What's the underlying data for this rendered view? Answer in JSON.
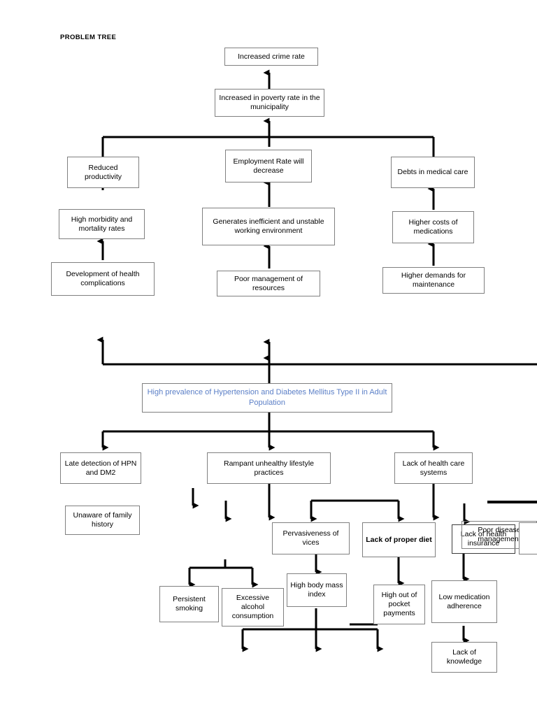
{
  "page": {
    "title": "PROBLEM TREE",
    "core_text_color": "#5b7fc7",
    "line_color": "#000000",
    "box_border_color": "#808080"
  },
  "effects": {
    "top": {
      "label": "Increased crime rate"
    },
    "second": {
      "label": "Increased in poverty rate in the municipality"
    },
    "branches": [
      {
        "level1": {
          "label": "Reduced productivity"
        },
        "level2": {
          "label": "High morbidity and mortality rates"
        },
        "level3": {
          "label": "Development of health complications"
        }
      },
      {
        "level1": {
          "label": "Employment Rate will decrease"
        },
        "level2": {
          "label": "Generates inefficient and unstable working environment"
        },
        "level3": {
          "label": "Poor management of resources"
        }
      },
      {
        "level1": {
          "label": "Debts in medical care"
        },
        "level2": {
          "label": "Higher costs of medications"
        },
        "level3": {
          "label": "Higher demands for maintenance"
        }
      }
    ]
  },
  "core_problem": {
    "label": "High prevalence of Hypertension and Diabetes Mellitus Type II in Adult Population"
  },
  "causes": {
    "primary": [
      {
        "label": "Late detection of HPN and DM2"
      },
      {
        "label": "Rampant unhealthy lifestyle practices"
      },
      {
        "label": "Lack of health care systems"
      }
    ],
    "secondary": [
      {
        "label": "Unaware of family history"
      },
      {
        "label": "Pervasiveness of vices"
      },
      {
        "label": "Lack of proper diet",
        "bold": true
      },
      {
        "label": "Lack of health insurance"
      },
      {
        "label": "Poor disease management"
      }
    ],
    "tertiary": [
      {
        "label": "Persistent smoking"
      },
      {
        "label": "Excessive alcohol consumption"
      },
      {
        "label": "High body mass index"
      },
      {
        "label": "High out of pocket payments"
      },
      {
        "label": "Low medication adherence"
      }
    ],
    "quaternary": [
      {
        "label": "Lack of knowledge"
      }
    ]
  }
}
